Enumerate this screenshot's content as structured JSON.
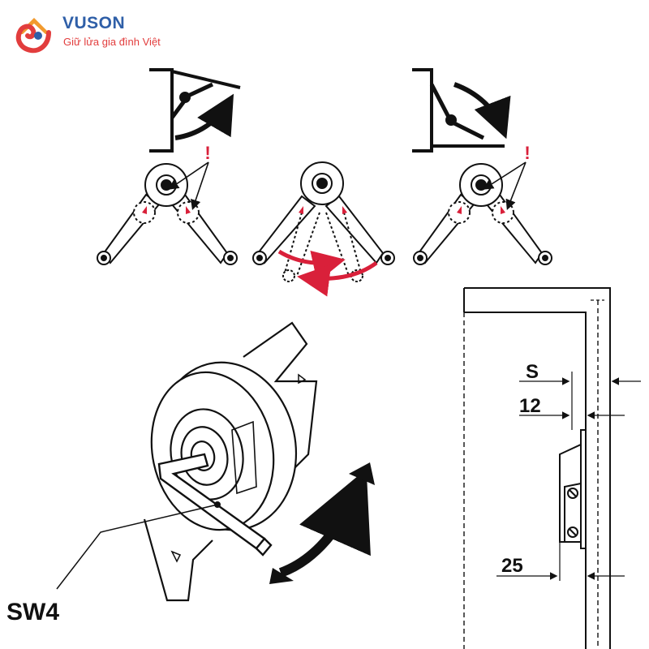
{
  "brand": {
    "name": "VUSON",
    "tagline": "Giữ lửa gia đình Việt",
    "colors": {
      "blue": "#2f5fa8",
      "red": "#e23d3d",
      "orange": "#f29a2e",
      "accent_red": "#d9203a"
    }
  },
  "diagram": {
    "warning_marks": [
      "!",
      "!"
    ],
    "labels": {
      "tool": "SW4",
      "s": "S",
      "dim_12": "12",
      "dim_25": "25"
    }
  }
}
